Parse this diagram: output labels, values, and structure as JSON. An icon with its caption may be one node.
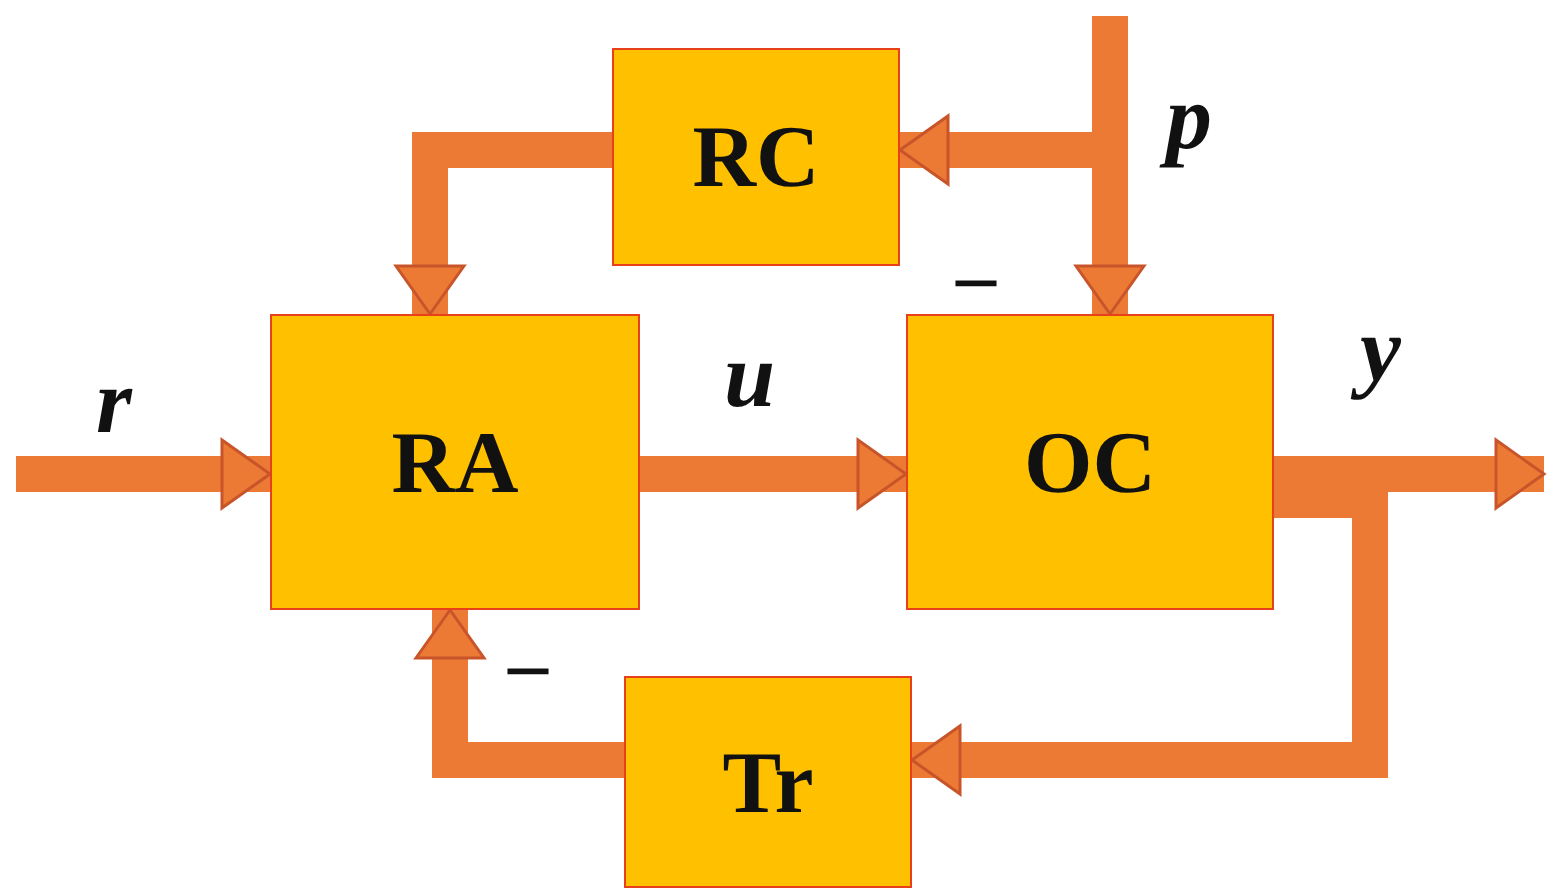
{
  "diagram": {
    "nodes": [
      {
        "text": [
          "RC"
        ]
      },
      {
        "text": [
          "RA"
        ]
      },
      {
        "text": [
          "OC"
        ]
      },
      {
        "text": [
          "Tr"
        ]
      }
    ],
    "edges": [
      {
        "from": null,
        "to": 1,
        "arrow": "to",
        "label": "r"
      },
      {
        "from": 1,
        "to": 2,
        "arrow": "to",
        "label": "u"
      },
      {
        "from": 2,
        "to": null,
        "arrow": "to",
        "label": "y"
      },
      {
        "from": null,
        "to": 2,
        "arrow": "to",
        "label": "p"
      },
      {
        "from": null,
        "to": 0,
        "arrow": "to"
      },
      {
        "from": 0,
        "to": 1,
        "arrow": "to"
      },
      {
        "from": 2,
        "to": 3,
        "arrow": "to"
      },
      {
        "from": 3,
        "to": 1,
        "arrow": "to"
      }
    ],
    "labels": [
      "–",
      "–"
    ]
  }
}
